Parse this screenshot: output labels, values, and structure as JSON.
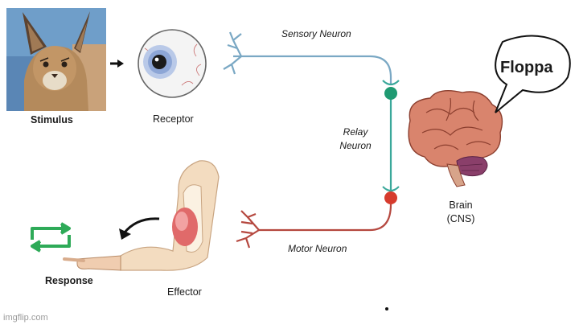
{
  "labels": {
    "stimulus": "Stimulus",
    "receptor": "Receptor",
    "sensory_neuron": "Sensory Neuron",
    "relay_neuron_line1": "Relay",
    "relay_neuron_line2": "Neuron",
    "brain_line1": "Brain",
    "brain_line2": "(CNS)",
    "motor_neuron": "Motor Neuron",
    "effector": "Effector",
    "response": "Response"
  },
  "speech_bubble": {
    "text": "Floppa"
  },
  "watermark": "imgflip.com",
  "colors": {
    "sensory_neuron": "#7aa8c4",
    "relay_neuron": "#3aa89a",
    "relay_node": "#1f9a72",
    "motor_neuron": "#b5483f",
    "motor_node": "#d63b2d",
    "brain": "#d9846d",
    "cerebellum": "#8a3f6a",
    "muscle": "#e06a6a",
    "response_icon": "#2eaa58"
  },
  "icons": {
    "cat_photo": "caracal-photo",
    "eye": "eyeball-icon",
    "brain": "brain-icon",
    "arm": "arm-icon",
    "response": "repeat-arrows-icon"
  }
}
